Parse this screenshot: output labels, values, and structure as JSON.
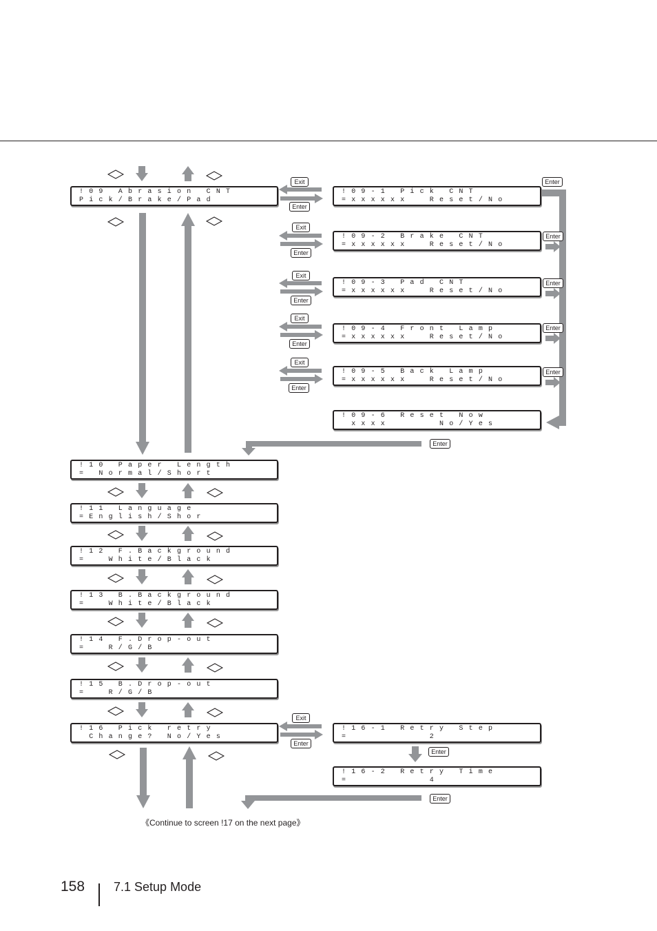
{
  "screens": [
    {
      "id": "09",
      "line1": "!09 Abrasion CNT",
      "line2": "Pick/Brake/Pad"
    },
    {
      "id": "09-1",
      "line1": "!09-1 Pick CNT",
      "line2": "=xxxxxx  Reset/No"
    },
    {
      "id": "09-2",
      "line1": "!09-2 Brake CNT",
      "line2": "=xxxxxx  Reset/No"
    },
    {
      "id": "09-3",
      "line1": "!09-3 Pad CNT",
      "line2": "=xxxxxx  Reset/No"
    },
    {
      "id": "09-4",
      "line1": "!09-4 Front Lamp",
      "line2": "=xxxxxx  Reset/No"
    },
    {
      "id": "09-5",
      "line1": "!09-5 Back Lamp",
      "line2": "=xxxxxx  Reset/No"
    },
    {
      "id": "09-6",
      "line1": "!09-6 Reset Now",
      "line2": " xxxx     No/Yes"
    },
    {
      "id": "10",
      "line1": "!10 Paper Length",
      "line2": "= Normal/Short"
    },
    {
      "id": "11",
      "line1": "!11 Language",
      "line2": "=English/Shor"
    },
    {
      "id": "12",
      "line1": "!12 F.Background",
      "line2": "=  White/Black"
    },
    {
      "id": "13",
      "line1": "!13 B.Background",
      "line2": "=  White/Black"
    },
    {
      "id": "14",
      "line1": "!14 F.Drop-out",
      "line2": "=  R/G/B"
    },
    {
      "id": "15",
      "line1": "!15 B.Drop-out",
      "line2": "=  R/G/B"
    },
    {
      "id": "16",
      "line1": "!16 Pick retry",
      "line2": " Change? No/Yes"
    },
    {
      "id": "16-1",
      "line1": "!16-1 Retry Step",
      "line2": "=        2"
    },
    {
      "id": "16-2",
      "line1": "!16-2 Retry Time",
      "line2": "=        4"
    }
  ],
  "keys": {
    "exit": "Exit",
    "enter": "Enter"
  },
  "continue_note": "《Continue to screen !17 on the next page》",
  "footer": {
    "page_number": "158",
    "section": "7.1 Setup Mode"
  },
  "colors": {
    "arrow": "#939598",
    "line": "#231f20"
  }
}
